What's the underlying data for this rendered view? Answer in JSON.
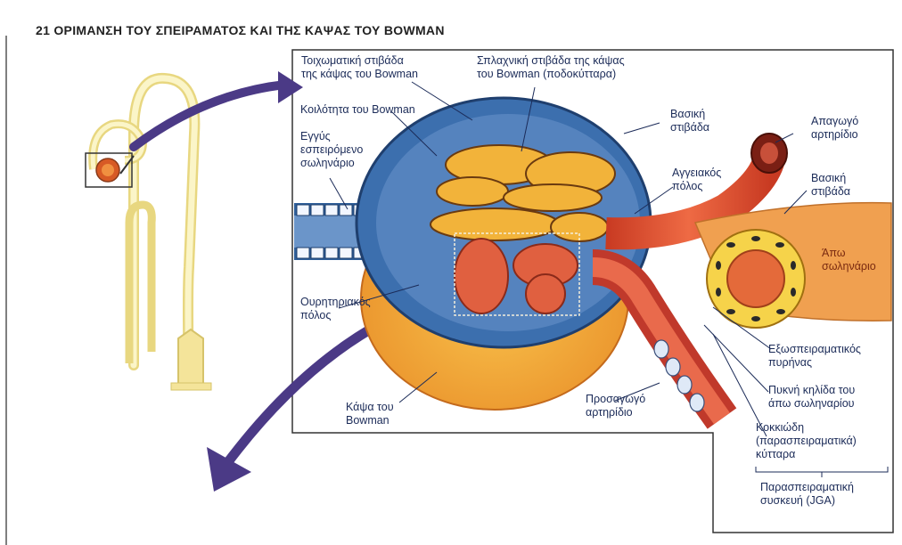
{
  "title": "21  ΟΡΙΜΑΝΣΗ ΤΟΥ ΣΠΕΙΡΑΜΑΤΟΣ ΚΑΙ ΤΗΣ ΚΑΨΑΣ ΤΟΥ BOWMAN",
  "labels": {
    "parietal": "Τοιχωματική στιβάδα\nτης κάψας του Bowman",
    "visceral": "Σπλαχνική στιβάδα της κάψας\nτου Bowman (ποδοκύτταρα)",
    "cavity": "Κοιλότητα του Bowman",
    "proximal": "Εγγύς\nεσπειρόμενο\nσωληνάριο",
    "basal1": "Βασική\nστιβάδα",
    "efferent": "Απαγωγό\nαρτηρίδιο",
    "vascular_pole": "Αγγειακός\nπόλος",
    "basal2": "Βασική\nστιβάδα",
    "distal": "Άπω\nσωληνάριο",
    "urinary_pole": "Ουρητηριακός\nπόλος",
    "extraglomerular": "Εξωσπειραματικός\nπυρήνας",
    "macula_densa": "Πυκνή κηλίδα του\nάπω σωληναρίου",
    "granular": "Κοκκιώδη\n(παρασπειραματικά)\nκύτταρα",
    "capsule": "Κάψα του\nBowman",
    "afferent": "Προσαγωγό\nαρτηρίδιο",
    "jga": "Παρασπειραματική\nσυσκευή (JGA)"
  }
}
